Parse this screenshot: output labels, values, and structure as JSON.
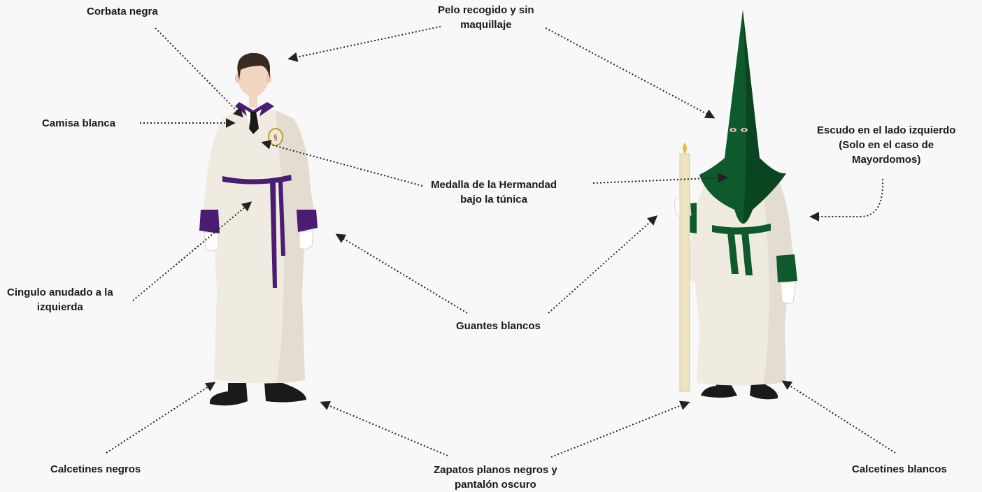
{
  "labels": {
    "corbata": "Corbata negra",
    "pelo": [
      "Pelo recogido y sin",
      "maquillaje"
    ],
    "camisa": "Camisa blanca",
    "escudo": [
      "Escudo en el lado izquierdo",
      "(Solo en el caso de",
      "Mayordomos)"
    ],
    "medalla": [
      "Medalla de la Hermandad",
      "bajo la túnica"
    ],
    "cingulo": [
      "Cingulo anudado a la",
      "izquierda"
    ],
    "guantes": "Guantes blancos",
    "calcetines_negros": "Calcetines negros",
    "zapatos": [
      "Zapatos planos negros y",
      "pantalón oscuro"
    ],
    "calcetines_blancos": "Calcetines blancos"
  },
  "colors": {
    "robe": "#efebe0",
    "robe_shade": "#e2ddd0",
    "purple": "#4a1d73",
    "green": "#0f5a2c",
    "green_dark": "#0a4420",
    "shoe": "#1a1a1a",
    "skin": "#f3d6c2",
    "hair": "#3b2a22",
    "candle": "#ece3c0",
    "arrow": "#222222"
  },
  "icons": {
    "medal": "medal-icon",
    "candle": "candle-icon",
    "arrow": "dotted-arrow-icon"
  }
}
